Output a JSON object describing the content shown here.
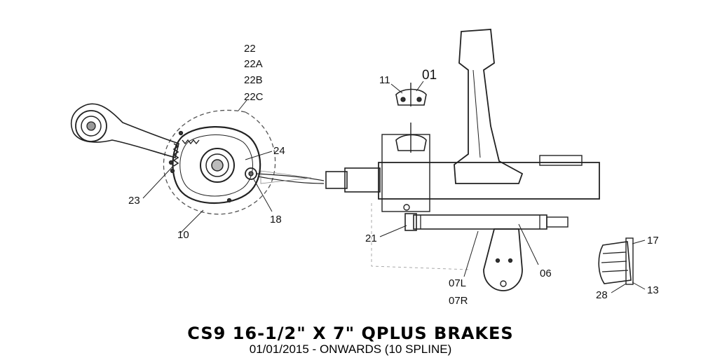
{
  "title": "CS9 16-1/2\" X 7\" QPLUS BRAKES",
  "subtitle": "01/01/2015 - ONWARDS (10 SPLINE)",
  "callouts": {
    "c22": "22",
    "c22a": "22A",
    "c22b": "22B",
    "c22c": "22C",
    "c24": "24",
    "c23": "23",
    "c18": "18",
    "c10": "10",
    "c11": "11",
    "c01": "01",
    "c21": "21",
    "c06": "06",
    "c07l": "07L",
    "c07r": "07R",
    "c17": "17",
    "c28": "28",
    "c13": "13"
  }
}
